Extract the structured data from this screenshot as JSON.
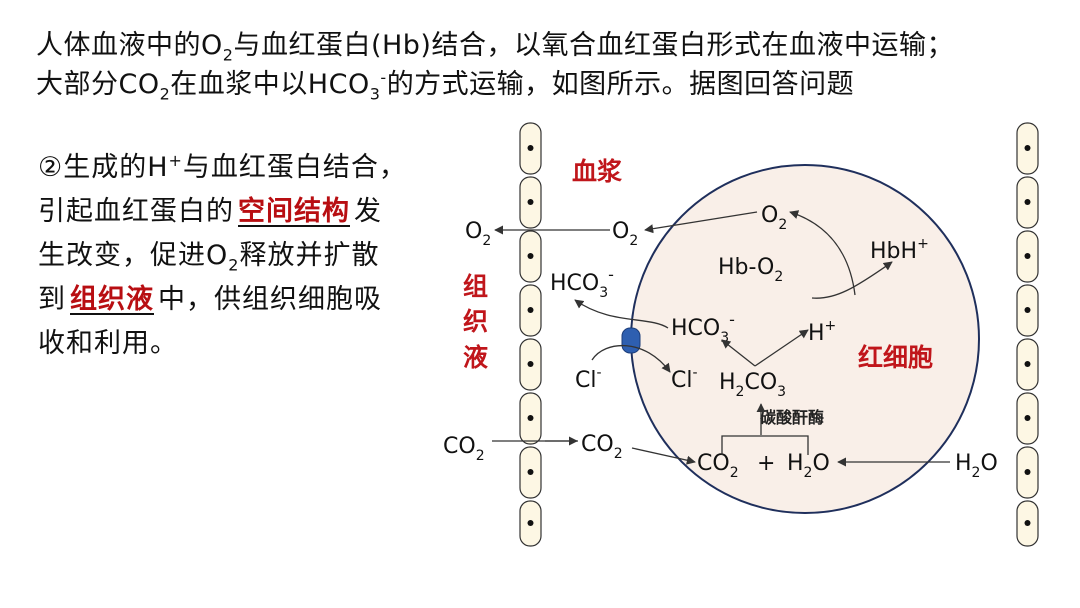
{
  "intro": {
    "l1a": "人体血液中的O",
    "l1b": "2",
    "l1c": "与血红蛋白(Hb)结合，以氧合血红蛋白形式在血液中运输；",
    "l2a": "大部分CO",
    "l2b": "2",
    "l2c": "在血浆中以HCO",
    "l2d": "3",
    "l2e": "-",
    "l2f": "的方式运输，如图所示。据图回答问题"
  },
  "question": {
    "p1": "②生成的H",
    "p1sup": "+",
    "p2": "与血红蛋白结合，",
    "p3": "引起血红蛋白的",
    "ans1": "空间结构",
    "p4": "发",
    "p5": "生改变，促进O",
    "p5sub": "2",
    "p6": "释放并扩散",
    "p7": "到",
    "ans2": "组织液",
    "p8": "中，供组织细胞吸",
    "p9": "收和利用。"
  },
  "labels": {
    "plasma": "血浆",
    "tissue1": "组",
    "tissue2": "织",
    "tissue3": "液",
    "rbc": "红细胞",
    "enzyme": "碳酸酐酶",
    "o2": "O",
    "co2": "CO",
    "h2o_h": "H",
    "h2o_o": "O",
    "two": "2",
    "three": "3",
    "minus": "-",
    "plus": "+",
    "hco3": "HCO",
    "cl": "Cl",
    "hbo2": "Hb-O",
    "hbh": "HbH",
    "hplus": "H",
    "h2co3_h": "H",
    "h2co3_co": "CO",
    "plus_sign": "+"
  },
  "colors": {
    "answer": "#b80e12",
    "label_red": "#c0161b",
    "capillary": "#fdf7e4",
    "cell": "#f9efe8",
    "channel": "#2e5fb0"
  }
}
